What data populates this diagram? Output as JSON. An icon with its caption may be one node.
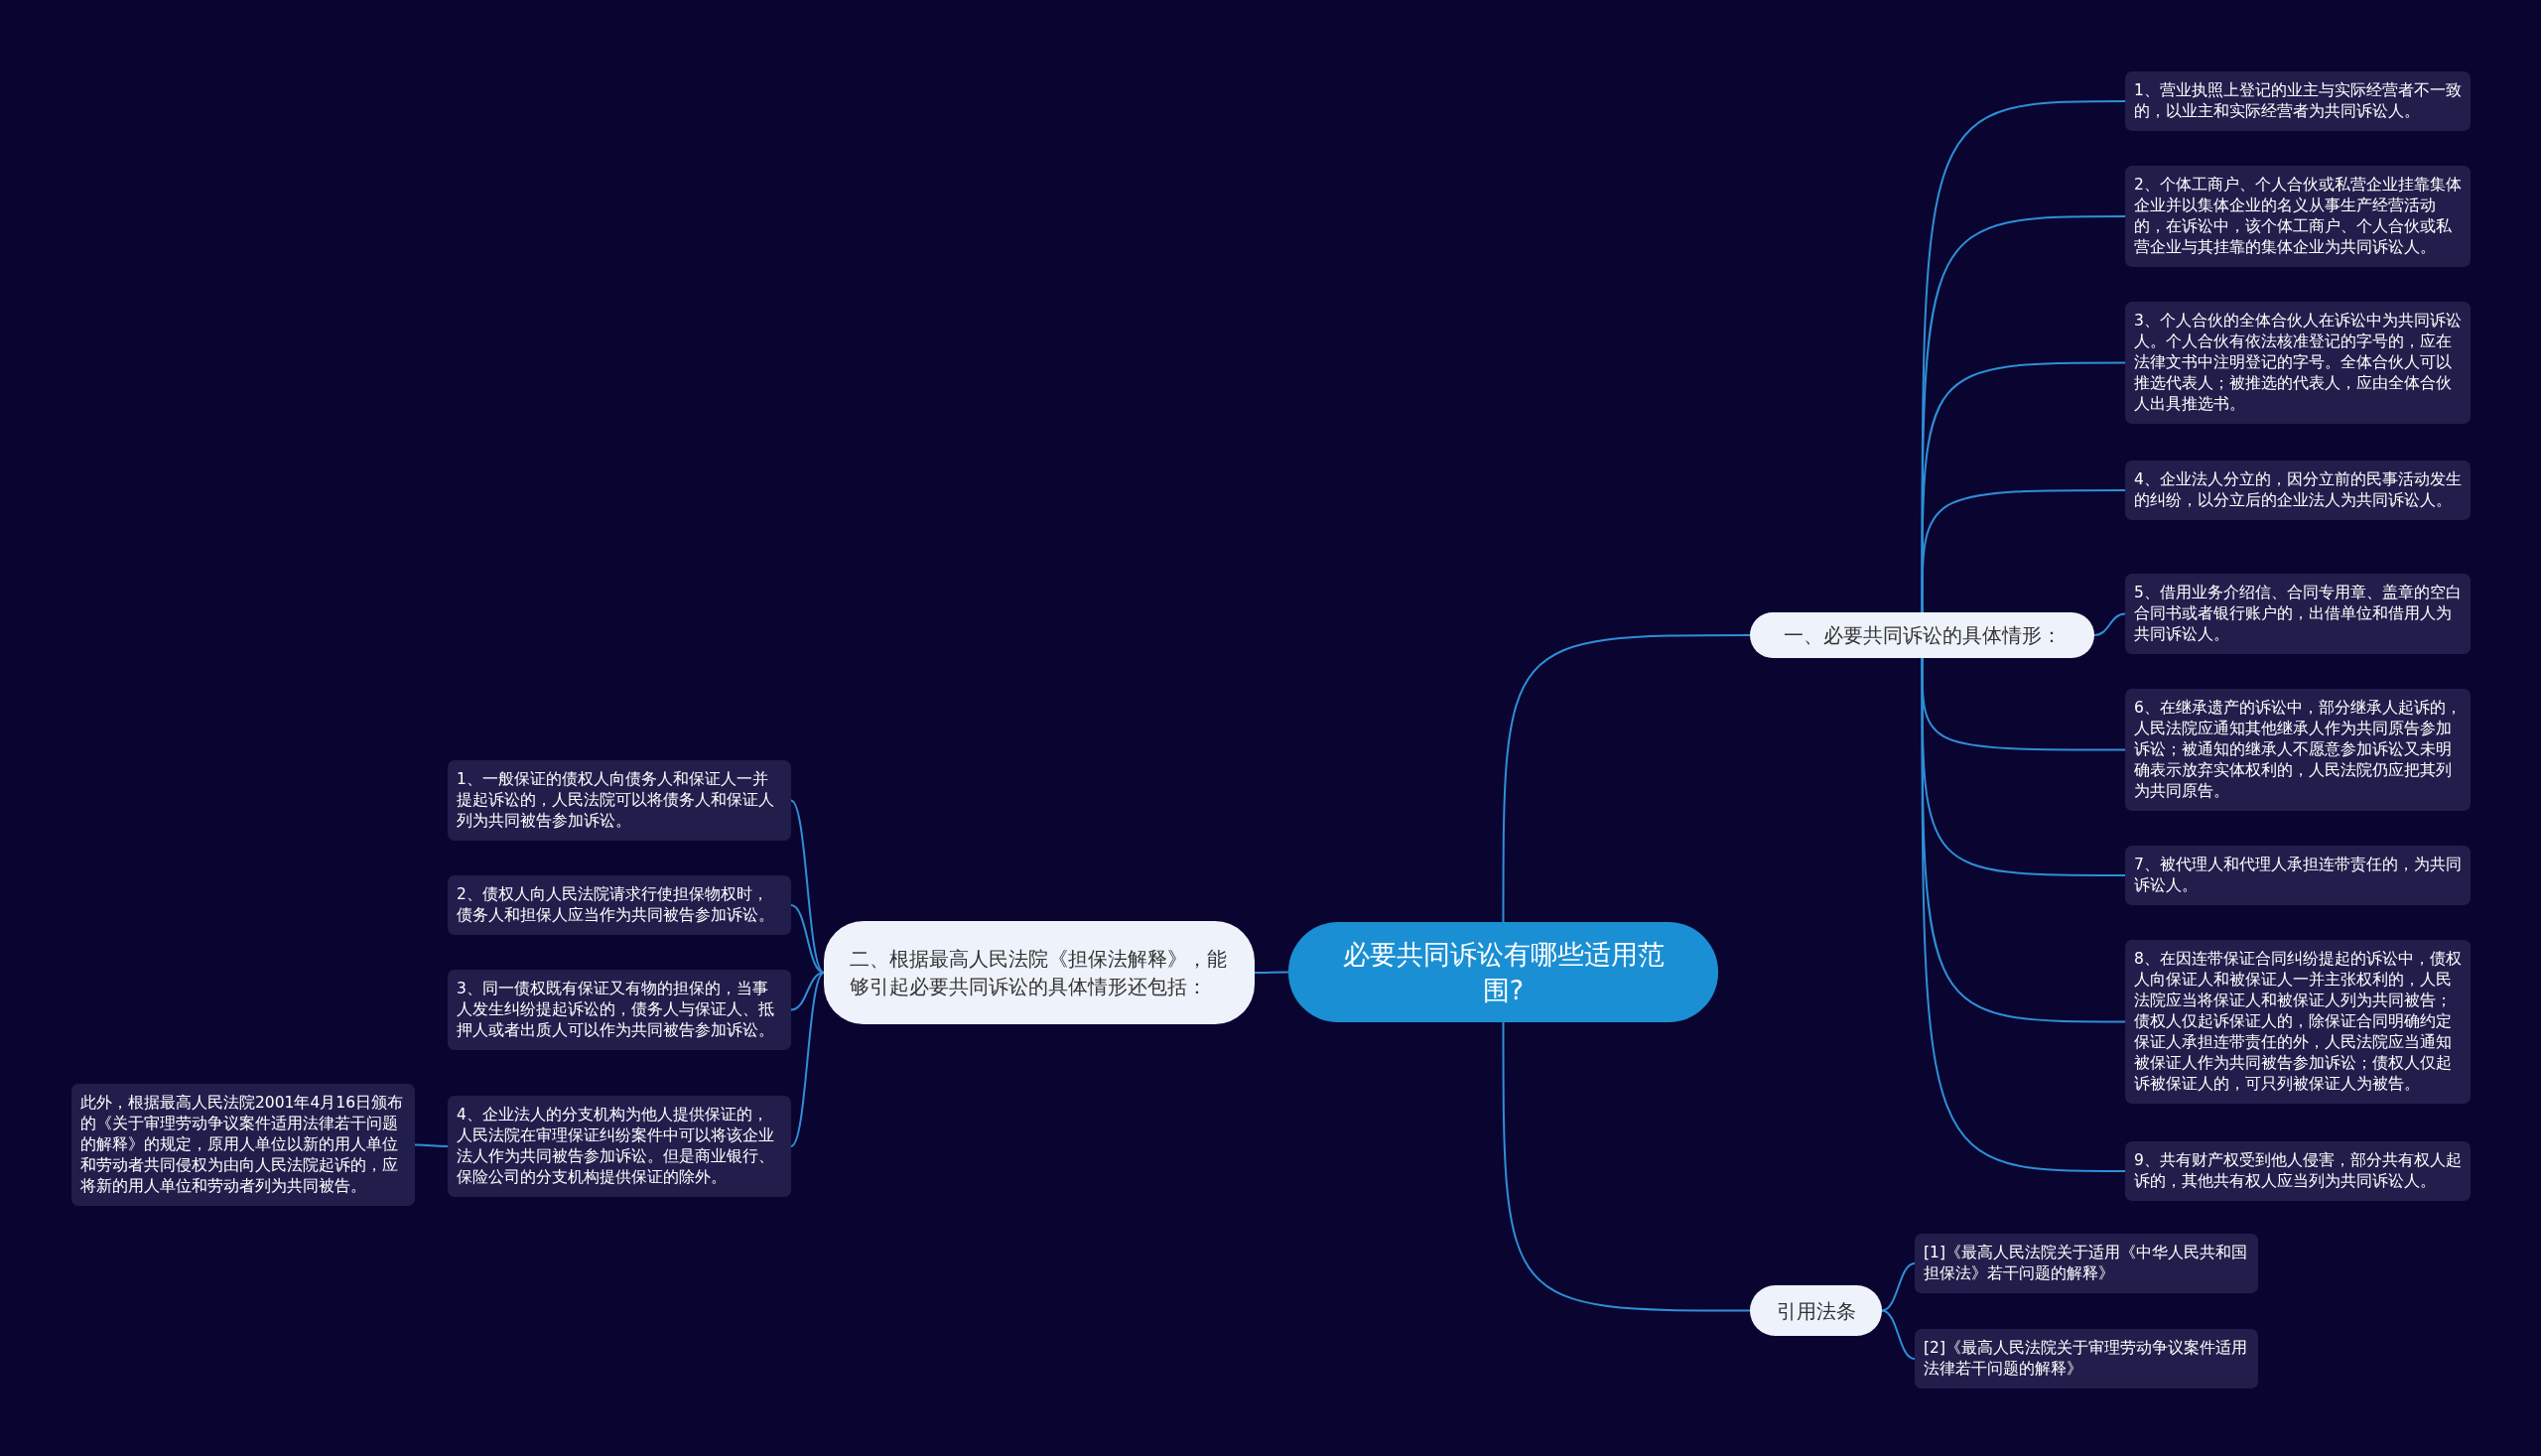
{
  "diagram": {
    "nodes": [
      {
        "text": [
          "必要共同诉讼有哪些适用范围?"
        ]
      },
      {
        "text": [
          "一、必要共同诉讼的具体情形："
        ]
      },
      {
        "text": [
          "1、营业执照上登记的业主与实际经营者不一致的，以业主和实际经营者为共同诉讼人。"
        ]
      },
      {
        "text": [
          "2、个体工商户、个人合伙或私营企业挂靠集体企业并以集体企业的名义从事生产经营活动的，在诉讼中，该个体工商户、个人合伙或私营企业与其挂靠的集体企业为共同诉讼人。"
        ]
      },
      {
        "text": [
          "3、个人合伙的全体合伙人在诉讼中为共同诉讼人。个人合伙有依法核准登记的字号的，应在法律文书中注明登记的字号。全体合伙人可以推选代表人；被推选的代表人，应由全体合伙人出具推选书。"
        ]
      },
      {
        "text": [
          "4、企业法人分立的，因分立前的民事活动发生的纠纷，以分立后的企业法人为共同诉讼人。"
        ]
      },
      {
        "text": [
          "5、借用业务介绍信、合同专用章、盖章的空白合同书或者银行账户的，出借单位和借用人为共同诉讼人。"
        ]
      },
      {
        "text": [
          "6、在继承遗产的诉讼中，部分继承人起诉的，人民法院应通知其他继承人作为共同原告参加诉讼；被通知的继承人不愿意参加诉讼又未明确表示放弃实体权利的，人民法院仍应把其列为共同原告。"
        ]
      },
      {
        "text": [
          "7、被代理人和代理人承担连带责任的，为共同诉讼人。"
        ]
      },
      {
        "text": [
          "8、在因连带保证合同纠纷提起的诉讼中，债权人向保证人和被保证人一并主张权利的，人民法院应当将保证人和被保证人列为共同被告；债权人仅起诉保证人的，除保证合同明确约定保证人承担连带责任的外，人民法院应当通知被保证人作为共同被告参加诉讼；债权人仅起诉被保证人的，可只列被保证人为被告。"
        ]
      },
      {
        "text": [
          "9、共有财产权受到他人侵害，部分共有权人起诉的，其他共有权人应当列为共同诉讼人。"
        ]
      },
      {
        "text": [
          "二、根据最高人民法院《担保法解释》，能够引起必要共同诉讼的具体情形还包括："
        ]
      },
      {
        "text": [
          "1、一般保证的债权人向债务人和保证人一并提起诉讼的，人民法院可以将债务人和保证人列为共同被告参加诉讼。"
        ]
      },
      {
        "text": [
          "2、债权人向人民法院请求行使担保物权时，债务人和担保人应当作为共同被告参加诉讼。"
        ]
      },
      {
        "text": [
          "3、同一债权既有保证又有物的担保的，当事人发生纠纷提起诉讼的，债务人与保证人、抵押人或者出质人可以作为共同被告参加诉讼。"
        ]
      },
      {
        "text": [
          "4、企业法人的分支机构为他人提供保证的，人民法院在审理保证纠纷案件中可以将该企业法人作为共同被告参加诉讼。但是商业银行、保险公司的分支机构提供保证的除外。"
        ]
      },
      {
        "text": [
          "此外，根据最高人民法院2001年4月16日颁布的《关于审理劳动争议案件适用法律若干问题的解释》的规定，原用人单位以新的用人单位和劳动者共同侵权为由向人民法院起诉的，应将新的用人单位和劳动者列为共同被告。"
        ]
      },
      {
        "text": [
          "引用法条"
        ]
      },
      {
        "text": [
          "[1]《最高人民法院关于适用《中华人民共和国担保法》若干问题的解释》"
        ]
      },
      {
        "text": [
          "[2]《最高人民法院关于审理劳动争议案件适用法律若干问题的解释》"
        ]
      }
    ],
    "edges": [
      {
        "from": 0,
        "to": 1,
        "arrow": "none"
      },
      {
        "from": 1,
        "to": 2,
        "arrow": "none"
      },
      {
        "from": 1,
        "to": 3,
        "arrow": "none"
      },
      {
        "from": 1,
        "to": 4,
        "arrow": "none"
      },
      {
        "from": 1,
        "to": 5,
        "arrow": "none"
      },
      {
        "from": 1,
        "to": 6,
        "arrow": "none"
      },
      {
        "from": 1,
        "to": 7,
        "arrow": "none"
      },
      {
        "from": 1,
        "to": 8,
        "arrow": "none"
      },
      {
        "from": 1,
        "to": 9,
        "arrow": "none"
      },
      {
        "from": 1,
        "to": 10,
        "arrow": "none"
      },
      {
        "from": 0,
        "to": 11,
        "arrow": "none"
      },
      {
        "from": 11,
        "to": 12,
        "arrow": "none"
      },
      {
        "from": 11,
        "to": 13,
        "arrow": "none"
      },
      {
        "from": 11,
        "to": 14,
        "arrow": "none"
      },
      {
        "from": 11,
        "to": 15,
        "arrow": "none"
      },
      {
        "from": 15,
        "to": 16,
        "arrow": "none"
      },
      {
        "from": 0,
        "to": 17,
        "arrow": "none"
      },
      {
        "from": 17,
        "to": 18,
        "arrow": "none"
      },
      {
        "from": 17,
        "to": 19,
        "arrow": "none"
      }
    ]
  }
}
